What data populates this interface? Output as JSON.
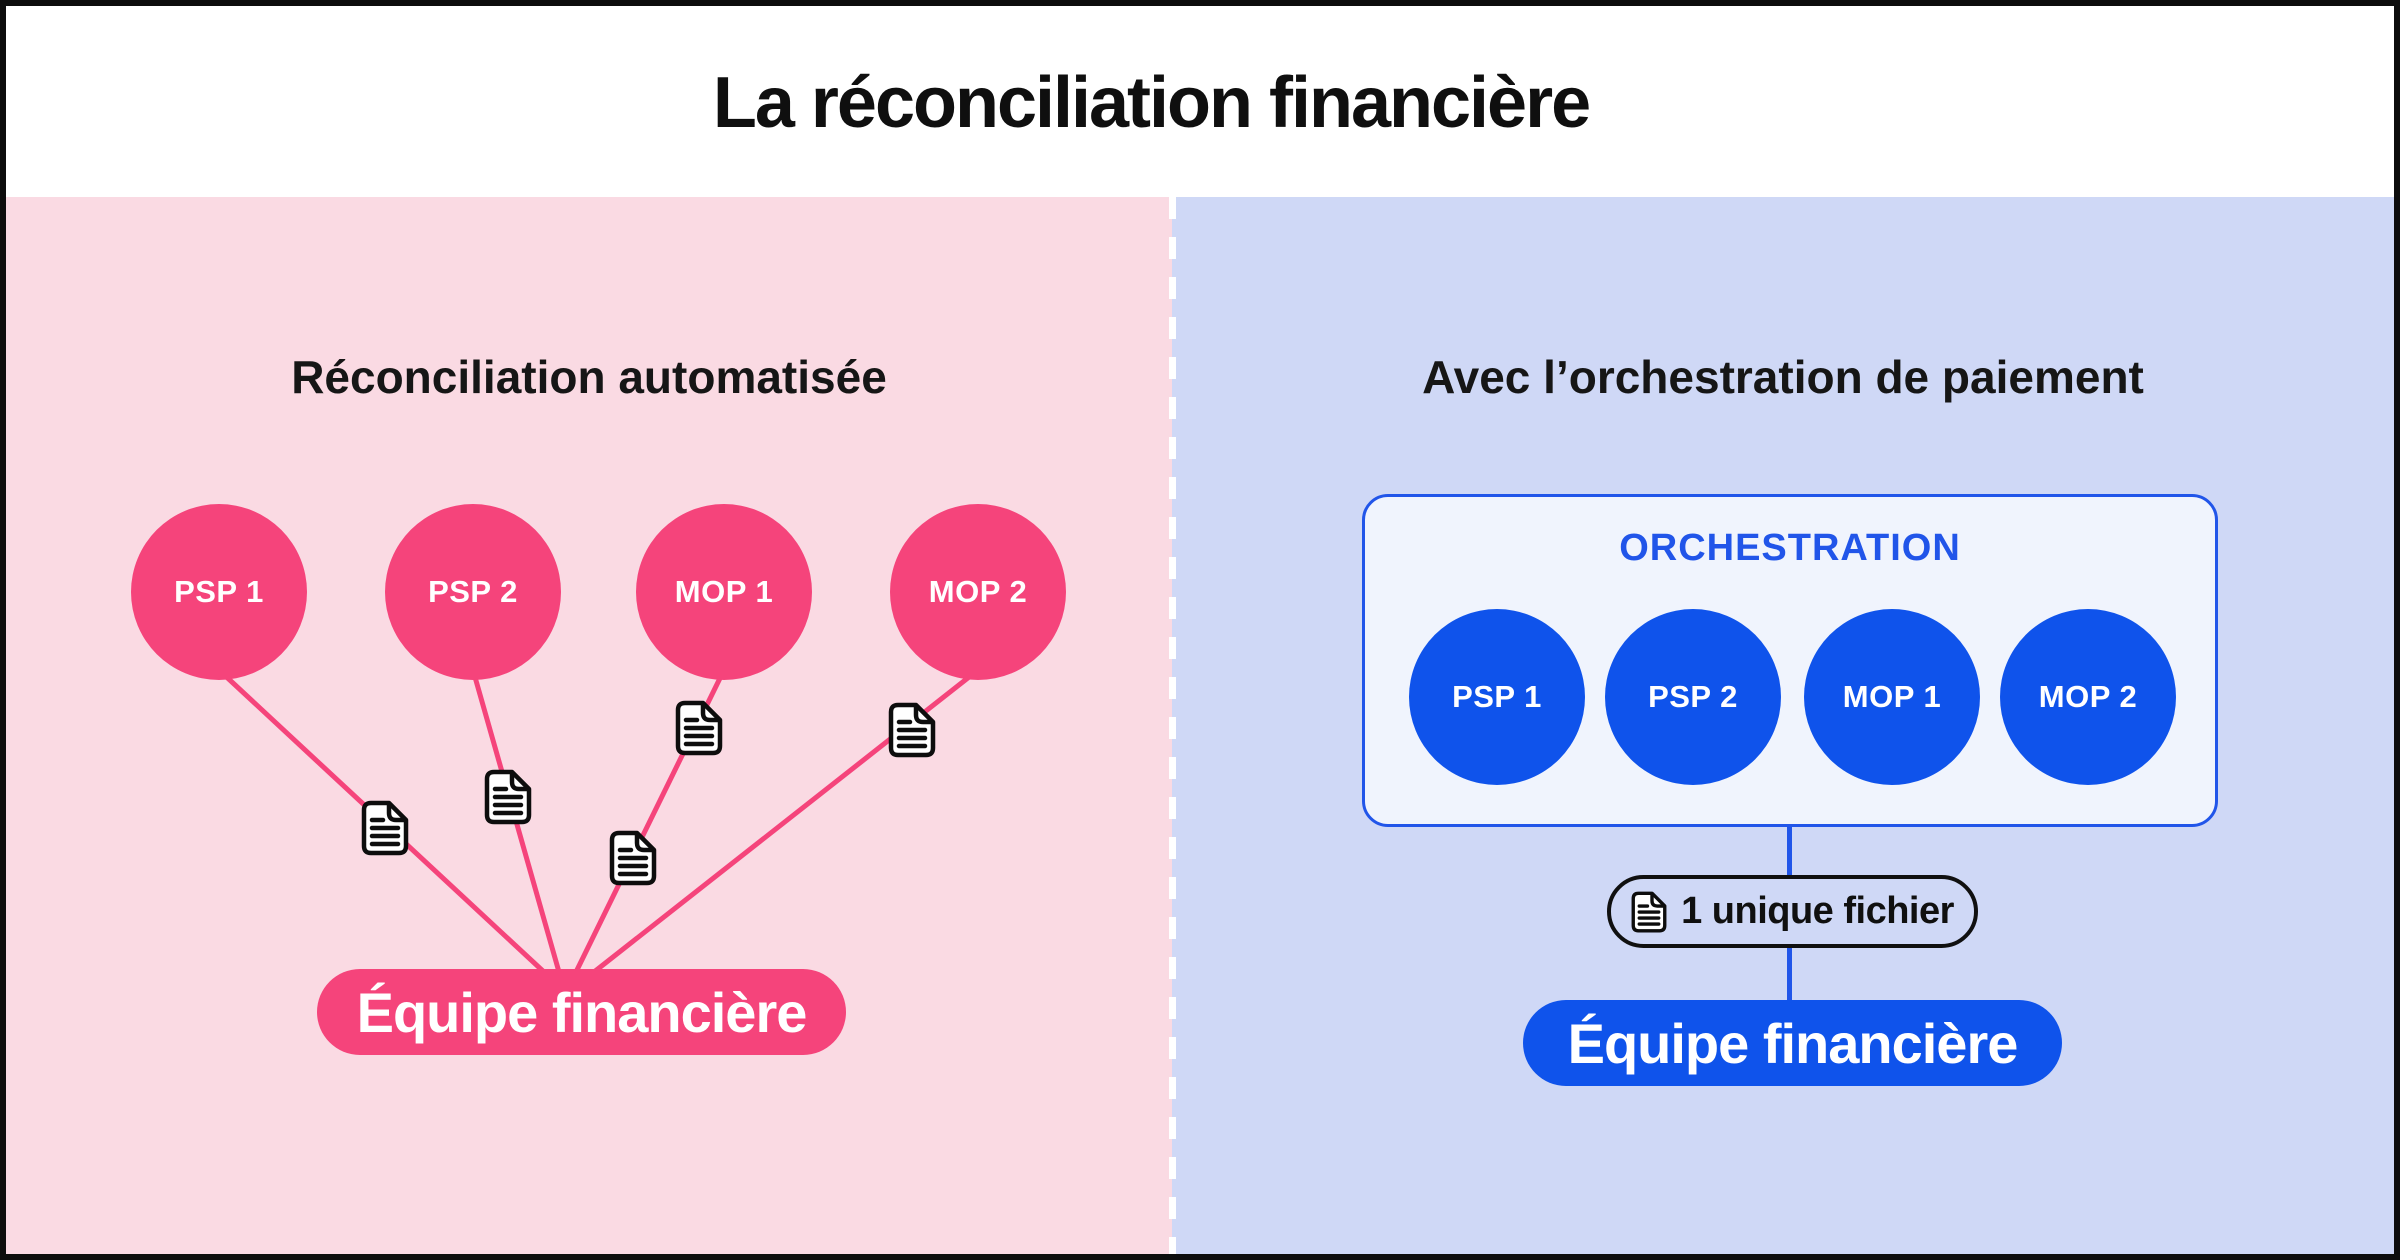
{
  "title": "La réconciliation financière",
  "left_panel": {
    "heading": "Réconciliation automatisée",
    "nodes": [
      "PSP 1",
      "PSP 2",
      "MOP 1",
      "MOP 2"
    ],
    "team_label": "Équipe financière"
  },
  "right_panel": {
    "heading": "Avec l’orchestration de paiement",
    "box_label": "ORCHESTRATION",
    "nodes": [
      "PSP 1",
      "PSP 2",
      "MOP 1",
      "MOP 2"
    ],
    "file_label": "1 unique fichier",
    "team_label": "Équipe financière"
  },
  "icons": {
    "document": "document-icon"
  },
  "colors": {
    "left_bg": "#FADAE3",
    "left_accent": "#F5447B",
    "right_bg": "#CFD8F6",
    "right_accent": "#0F53EB",
    "blue_line": "#2155E9",
    "box_bg": "#F0F4FD",
    "divider": "#FFFFFF",
    "border": "#0D0D0D",
    "title_color": "#0F0F0F",
    "heading_color": "#161616",
    "doc_ink": "#101010"
  }
}
